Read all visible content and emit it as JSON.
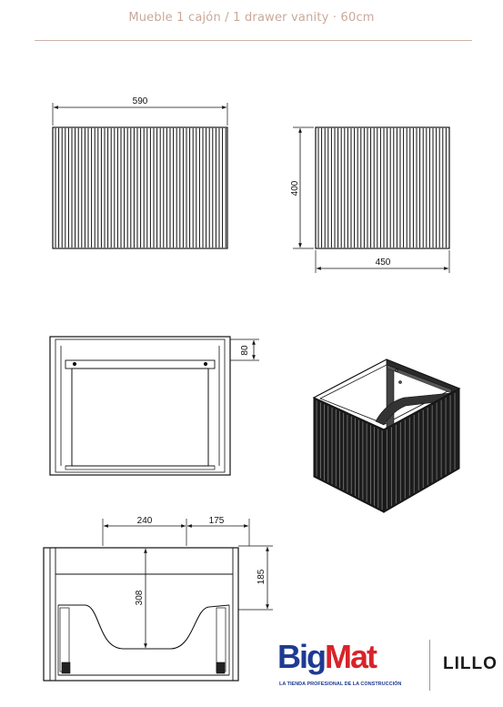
{
  "header": {
    "title": "Mueble 1 cajón / 1 drawer vanity · 60cm"
  },
  "dimensions": {
    "front_width": "590",
    "side_height": "400",
    "side_depth": "450",
    "top_drawer_height": "80",
    "cutout_width": "240",
    "cutout_side": "175",
    "cutout_depth": "308",
    "back_offset": "185"
  },
  "logo": {
    "word_a": "Big",
    "word_b": "Mat",
    "tagline": "LA TIENDA PROFESIONAL DE LA CONSTRUCCIÓN"
  },
  "brand": {
    "name": "LILLO"
  },
  "colors": {
    "header_text": "#c9a99a",
    "rule": "#cdb4a6",
    "logo_blue": "#1e3a93",
    "logo_red": "#d8232a"
  }
}
